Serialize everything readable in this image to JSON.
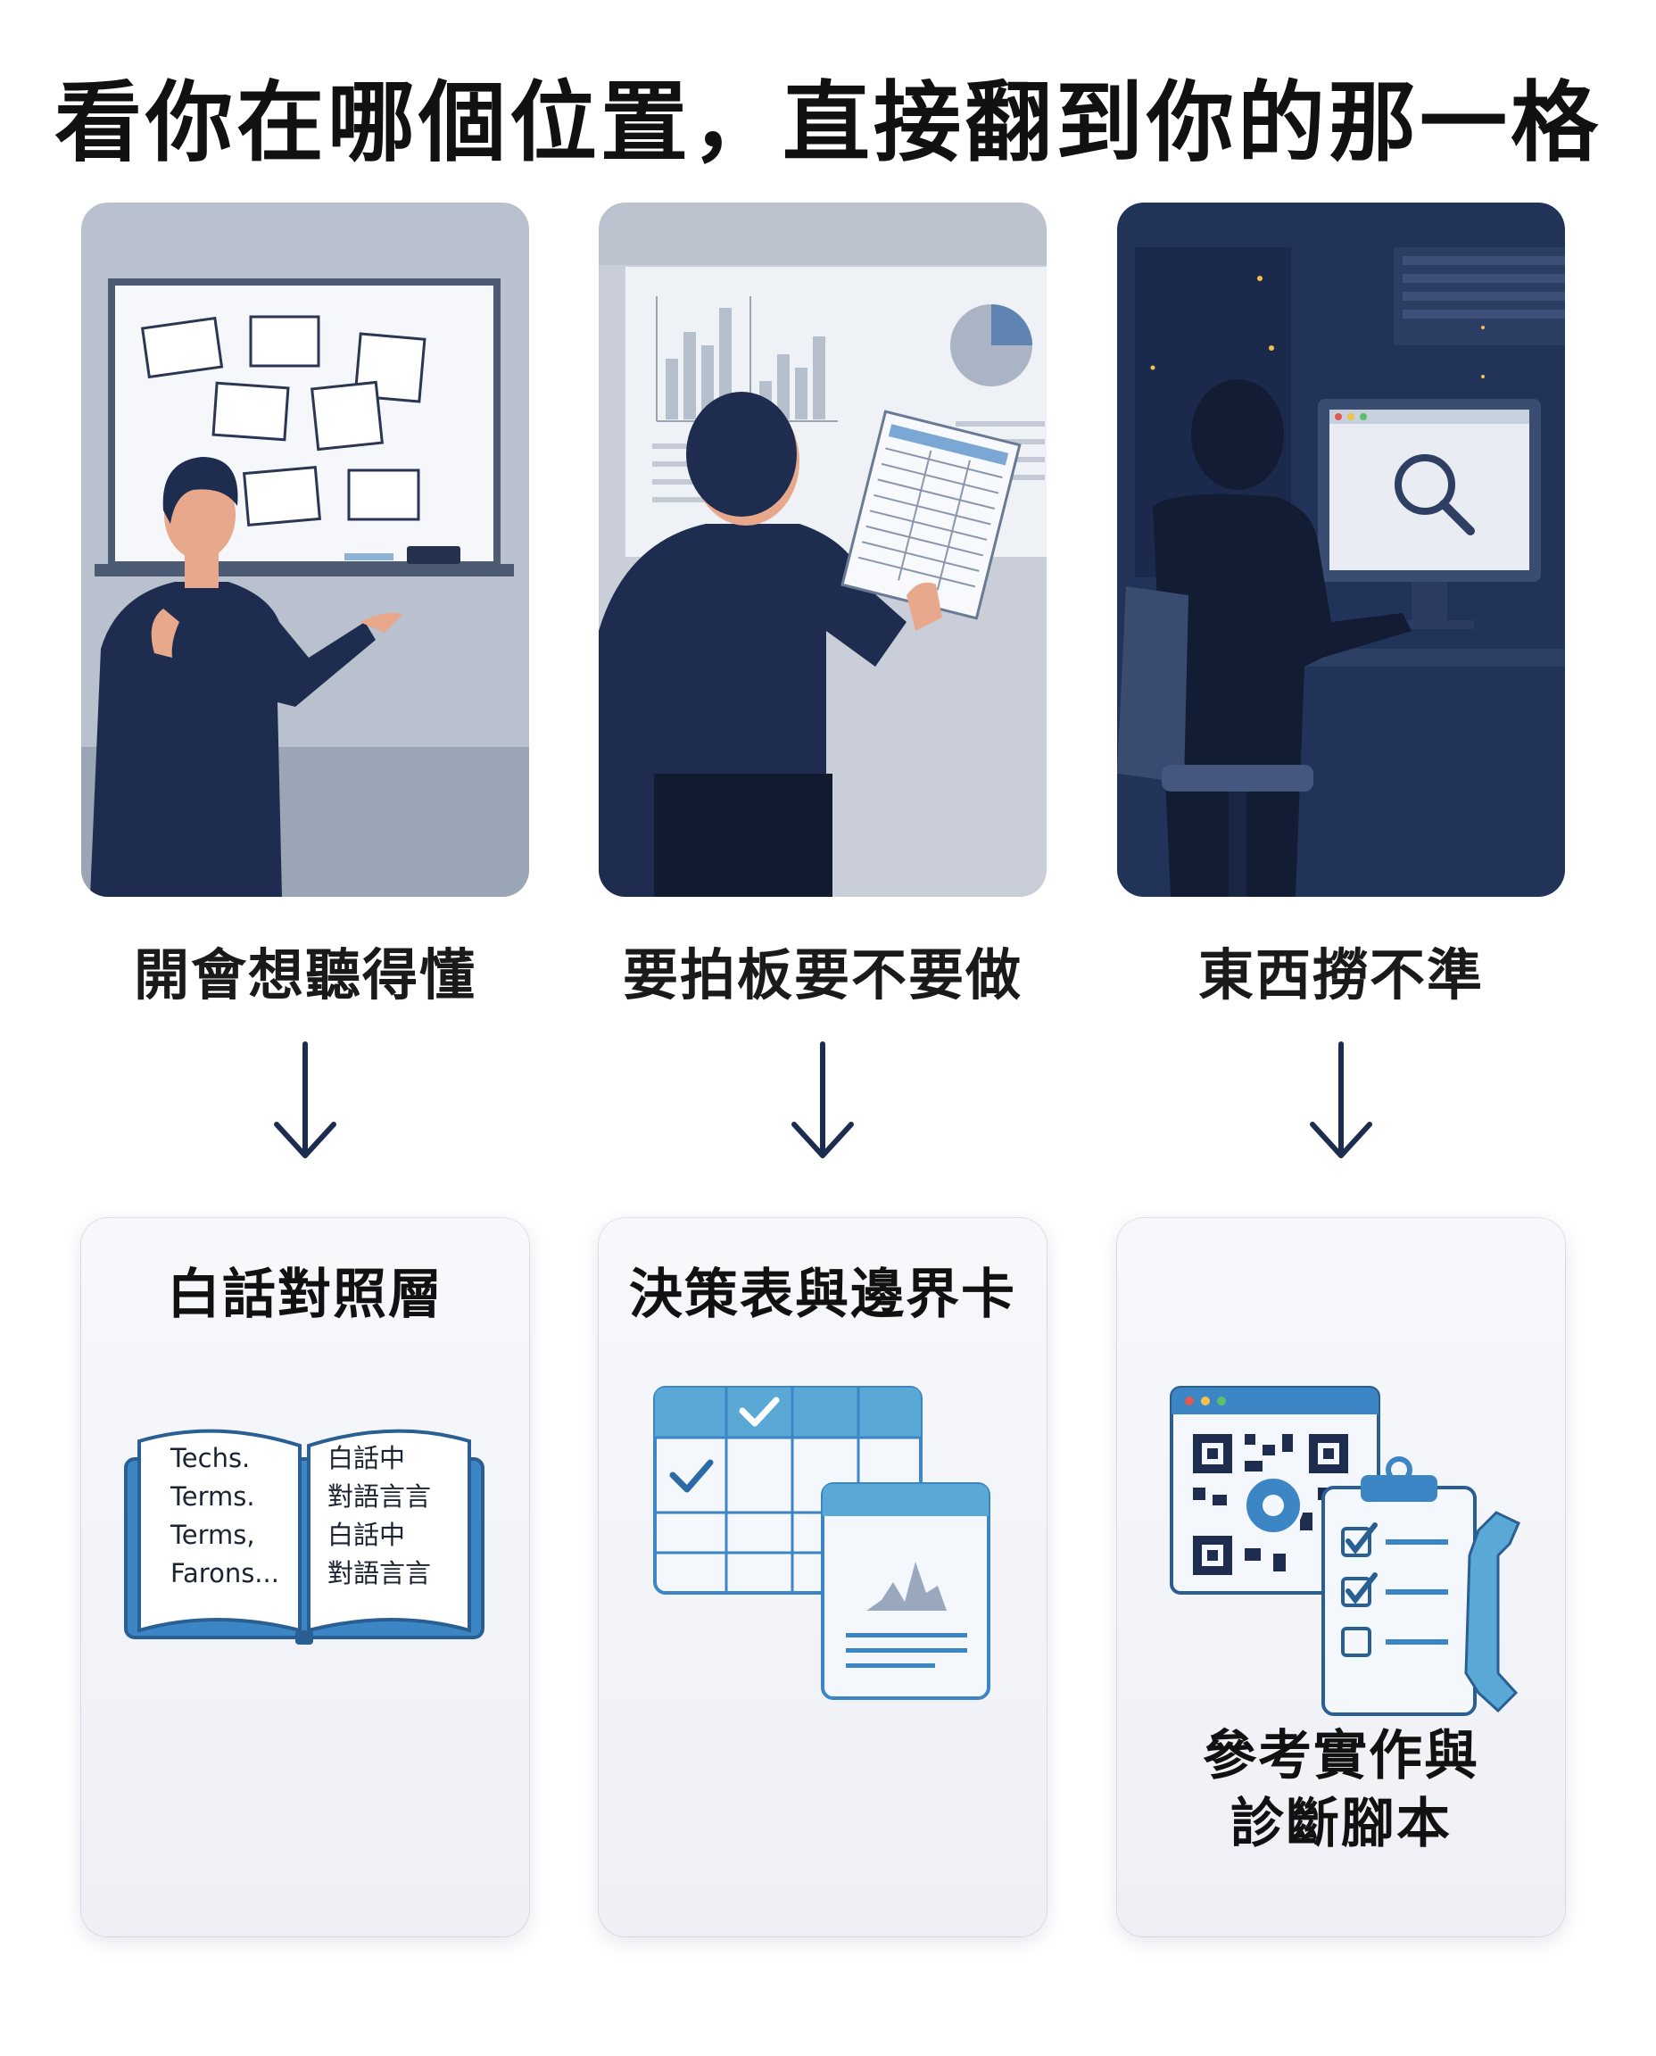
{
  "title": "看你在哪個位置，直接翻到你的那一格",
  "columns": [
    {
      "situation": "開會想聽得懂",
      "resource": {
        "title": "白話對照層",
        "book_left": [
          "Techs.",
          "Terms.",
          "Terms,",
          "Farons..."
        ],
        "book_right": [
          "白話中",
          "對語言言",
          "白話中",
          "對語言言"
        ]
      }
    },
    {
      "situation": "要拍板要不要做",
      "resource": {
        "title": "決策表與邊界卡"
      }
    },
    {
      "situation": "東西撈不準",
      "resource": {
        "title_line1": "參考實作與",
        "title_line2": "診斷腳本"
      }
    }
  ],
  "colors": {
    "navy": "#1e2d4f",
    "accent_blue": "#3d86c6",
    "panel_grey": "#aab4c4",
    "night": "#1f2f52",
    "skin": "#e8a88c"
  }
}
